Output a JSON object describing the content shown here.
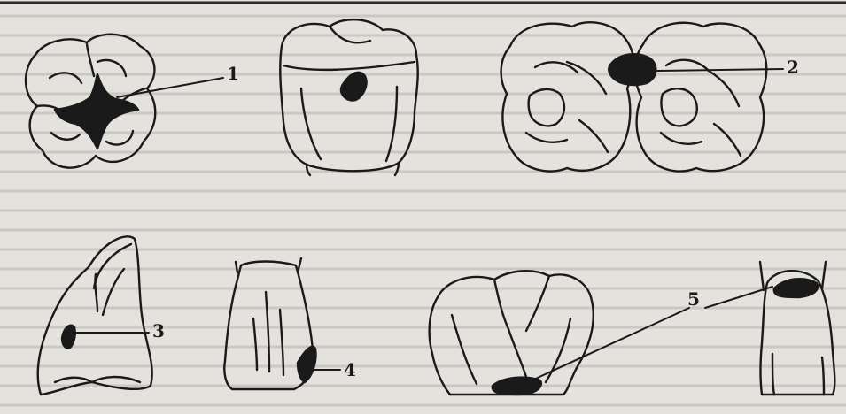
{
  "labels": [
    {
      "id": "1",
      "text": "1"
    },
    {
      "id": "2",
      "text": "2"
    },
    {
      "id": "3",
      "text": "3"
    },
    {
      "id": "4",
      "text": "4"
    },
    {
      "id": "5",
      "text": "5"
    }
  ],
  "colors": {
    "background": "#e4e2dd",
    "outline": "#1a1a1a",
    "lesion": "#1a1a1a",
    "background_text": "#b9b6b0"
  }
}
